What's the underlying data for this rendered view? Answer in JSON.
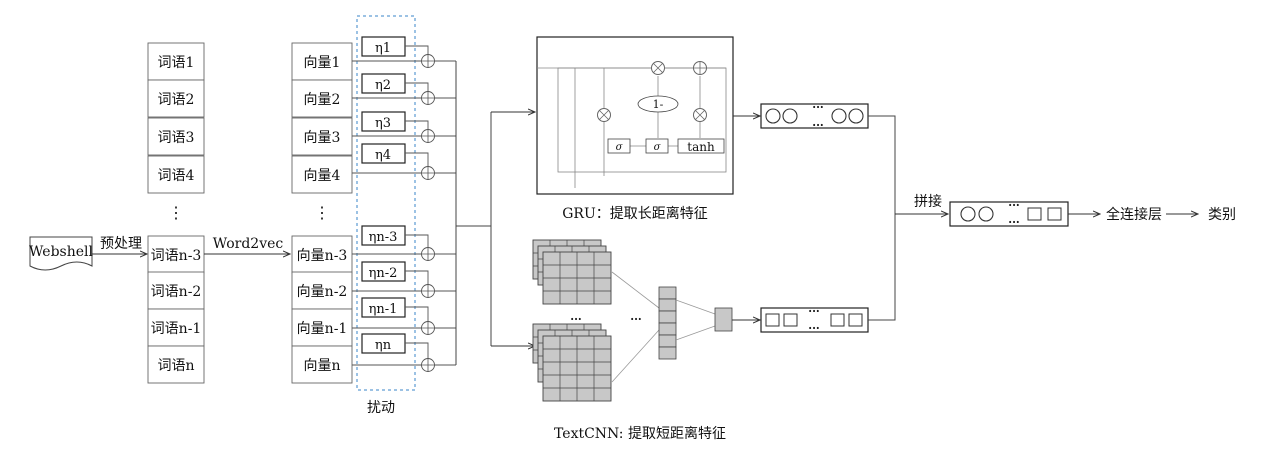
{
  "input": {
    "label": "Webshell"
  },
  "preprocess_label": "预处理",
  "words": [
    "词语1",
    "词语2",
    "词语3",
    "词语4",
    "词语n-3",
    "词语n-2",
    "词语n-1",
    "词语n"
  ],
  "w2v_label": "Word2vec",
  "vectors": [
    "向量1",
    "向量2",
    "向量3",
    "向量4",
    "向量n-3",
    "向量n-2",
    "向量n-1",
    "向量n"
  ],
  "etas": [
    "η1",
    "η2",
    "η3",
    "η4",
    "ηn-3",
    "ηn-2",
    "ηn-1",
    "ηn"
  ],
  "perturb_label": "扰动",
  "gru": {
    "caption": "GRU：提取长距离特征",
    "one_minus": "1-",
    "sigma": "σ",
    "tanh": "tanh"
  },
  "textcnn": {
    "caption": "TextCNN: 提取短距离特征"
  },
  "ellipsis_dots": "...",
  "concat_label": "拼接",
  "fc_label": "全连接层",
  "class_label": "类别",
  "ellipsis_v": "⋮"
}
